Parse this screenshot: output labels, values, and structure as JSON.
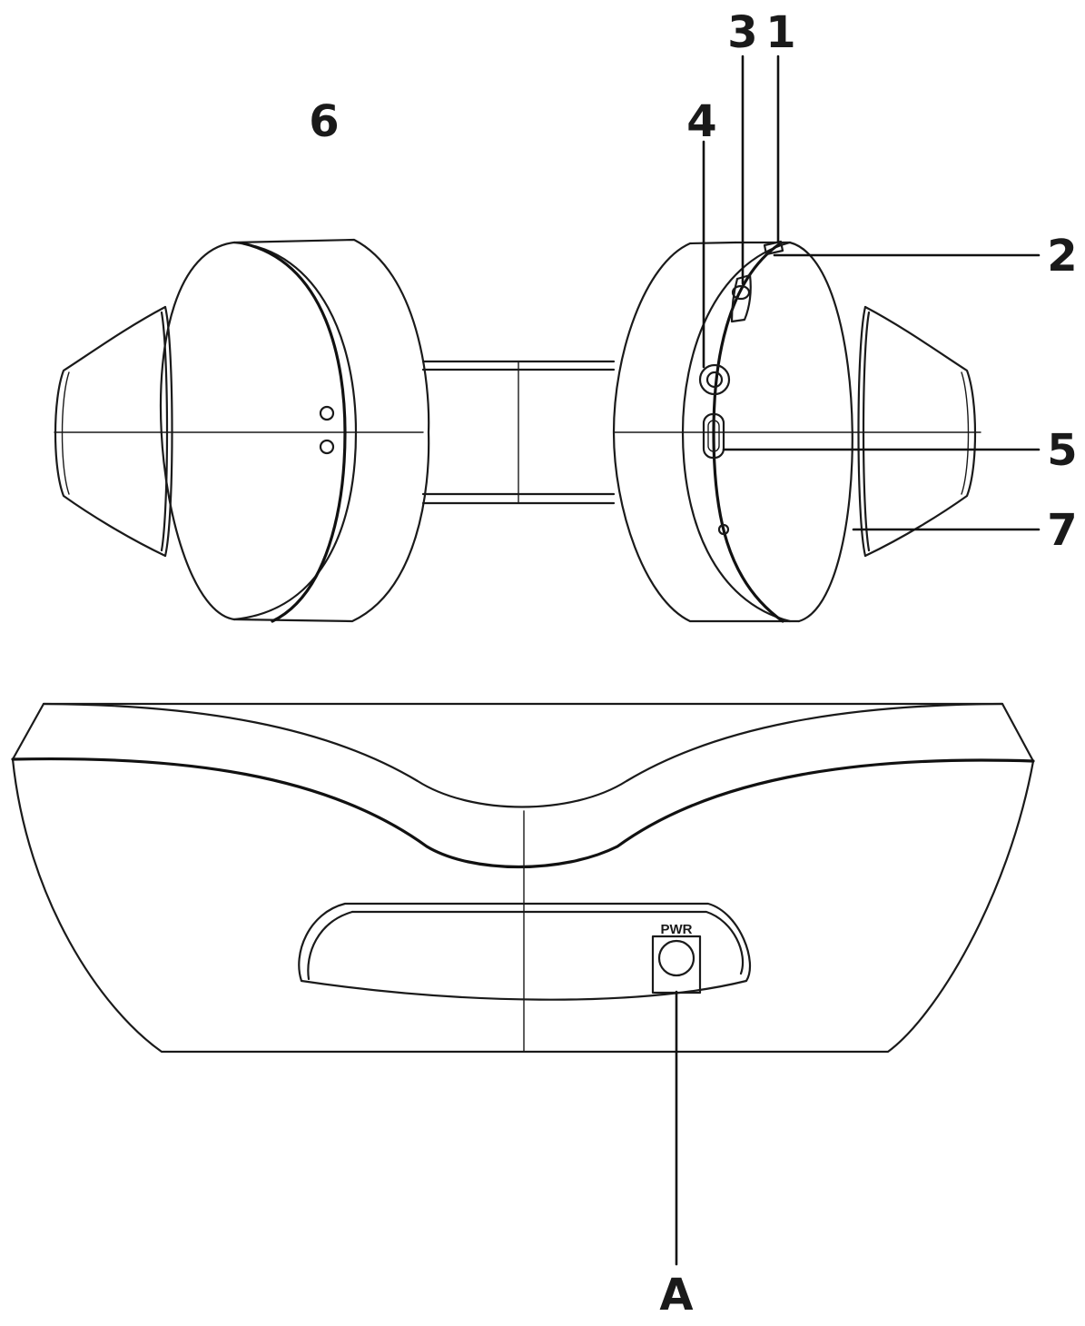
{
  "callouts": {
    "c1": "1",
    "c2": "2",
    "c3": "3",
    "c4": "4",
    "c5": "5",
    "c6": "6",
    "c7": "7",
    "cA": "A"
  },
  "base": {
    "power_label": "PWR"
  },
  "colors": {
    "line": "#1a1a1a",
    "background": "#ffffff"
  }
}
